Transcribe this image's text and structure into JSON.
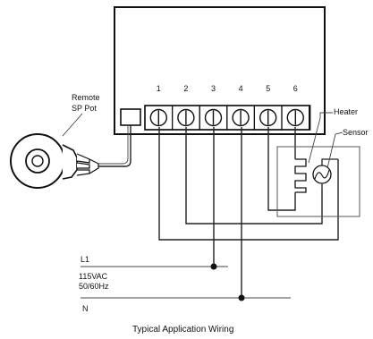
{
  "terminal_numbers": [
    "1",
    "2",
    "3",
    "4",
    "5",
    "6"
  ],
  "labels": {
    "remote_line1": "Remote",
    "remote_line2": "SP Pot",
    "heater": "Heater",
    "sensor": "Sensor",
    "l1": "L1",
    "voltage": "115VAC",
    "frequency": "50/60Hz",
    "neutral": "N"
  },
  "caption": "Typical Application Wiring"
}
